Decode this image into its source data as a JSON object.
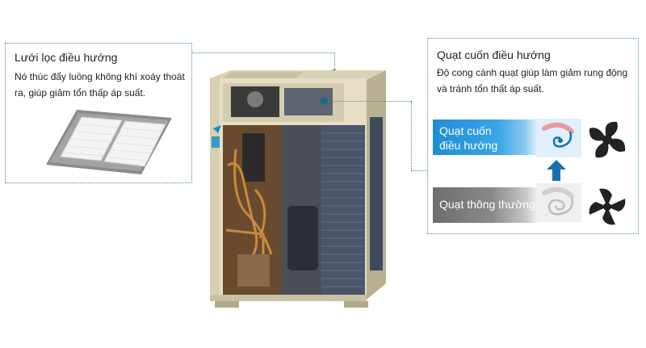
{
  "left_callout": {
    "title": "Lưới lọc điều hướng",
    "desc": "Nó thúc đẩy luồng không khí xoáy thoát ra, giúp giảm tổn thấp áp suất."
  },
  "right_callout": {
    "title": "Quạt cuốn điều hướng",
    "desc": "Độ cong cánh quạt giúp làm giảm rung động và tránh tổn thất áp suất."
  },
  "fans": {
    "scroll_line1": "Quạt cuốn",
    "scroll_line2": "điều hướng",
    "normal": "Quạt thông thường"
  },
  "colors": {
    "accent_blue": "#1f8dd6",
    "gray_label": "#7a7a7a",
    "connector": "#1e6a82",
    "brand_logo": "#0a8fd3"
  }
}
